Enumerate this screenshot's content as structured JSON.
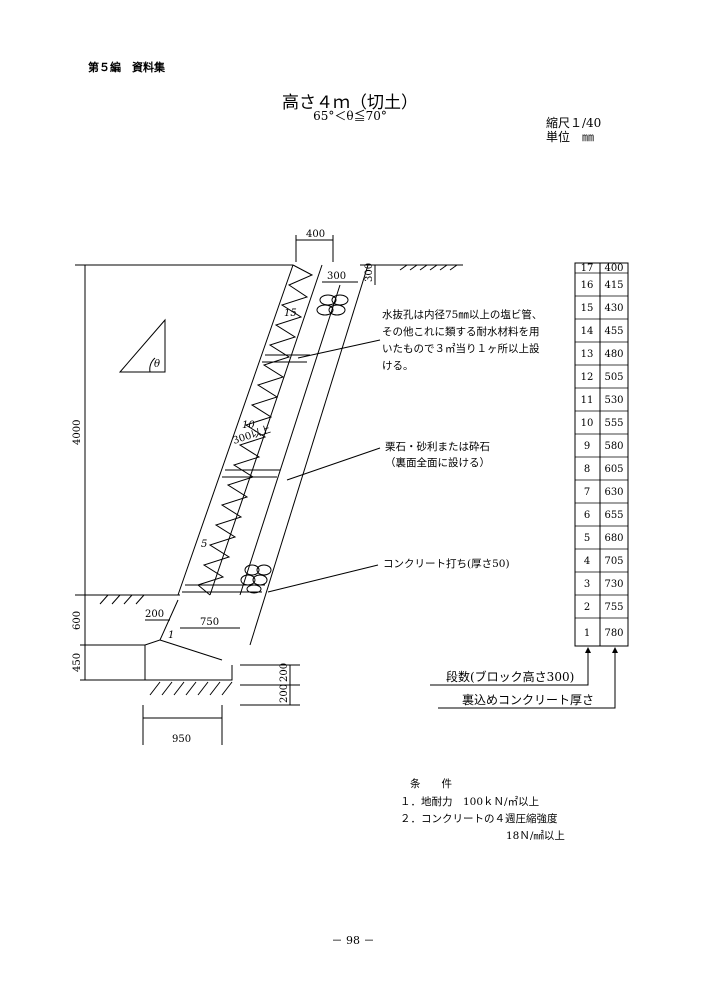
{
  "header": {
    "section": "第５編　資料集"
  },
  "title": {
    "main": "高さ４ｍ（切土）",
    "sub": "65°＜θ≦70°"
  },
  "scale": {
    "ratio": "縮尺１/40",
    "unit": "単位　㎜"
  },
  "dimensions": {
    "top_width": "400",
    "top_gap": "300",
    "top_gap_right": "300",
    "height": "4000",
    "base_front": "600",
    "base_footing": "450",
    "base_200_upper": "200",
    "base_200_lower": "200",
    "toe_width": "200",
    "heel_width": "750",
    "footing_width": "950",
    "backfill_note": "300以上"
  },
  "wall": {
    "theta": "θ",
    "block_marks": [
      "1",
      "5",
      "10",
      "15"
    ]
  },
  "notes": {
    "drain": [
      "水抜孔は内径75㎜以上の塩ビ管、",
      "その他これに類する耐水材料を用",
      "いたもので３㎡当り１ヶ所以上設",
      "ける。"
    ],
    "gravel": [
      "栗石・砂利または砕石",
      "（裏面全面に設ける）"
    ],
    "concrete_cap": "コンクリート打ち(厚さ50)"
  },
  "table": {
    "rows": [
      {
        "step": "17",
        "thickness": "400"
      },
      {
        "step": "16",
        "thickness": "415"
      },
      {
        "step": "15",
        "thickness": "430"
      },
      {
        "step": "14",
        "thickness": "455"
      },
      {
        "step": "13",
        "thickness": "480"
      },
      {
        "step": "12",
        "thickness": "505"
      },
      {
        "step": "11",
        "thickness": "530"
      },
      {
        "step": "10",
        "thickness": "555"
      },
      {
        "step": "9",
        "thickness": "580"
      },
      {
        "step": "8",
        "thickness": "605"
      },
      {
        "step": "7",
        "thickness": "630"
      },
      {
        "step": "6",
        "thickness": "655"
      },
      {
        "step": "5",
        "thickness": "680"
      },
      {
        "step": "4",
        "thickness": "705"
      },
      {
        "step": "3",
        "thickness": "730"
      },
      {
        "step": "2",
        "thickness": "755"
      },
      {
        "step": "1",
        "thickness": "780"
      }
    ],
    "label_steps": "段数(ブロック高さ300)",
    "label_backfill": "裏込めコンクリート厚さ"
  },
  "conditions": {
    "heading": "条　　件",
    "items": [
      "１．地耐力　100ｋＮ/㎡以上",
      "２．コンクリートの４週圧縮強度"
    ],
    "item2_value": "18Ｎ/㎟以上"
  },
  "page_number": "－ 98 －"
}
